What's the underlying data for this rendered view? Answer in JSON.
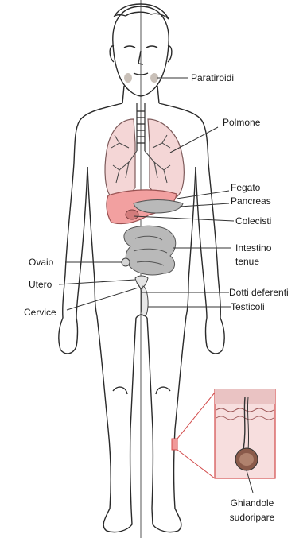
{
  "diagram": {
    "labels": {
      "paratiroidi": "Paratiroidi",
      "polmone": "Polmone",
      "fegato": "Fegato",
      "pancreas": "Pancreas",
      "colecisti": "Colecisti",
      "intestino_line1": "Intestino",
      "intestino_line2": "tenue",
      "ovaio": "Ovaio",
      "utero": "Utero",
      "cervice": "Cervice",
      "dotti_deferenti": "Dotti deferenti",
      "testicoli": "Testicoli",
      "ghiandole_line1": "Ghiandole",
      "ghiandole_line2": "sudoripare"
    },
    "colors": {
      "outline": "#2a2a2a",
      "lung_fill": "#f4d6d6",
      "liver_fill": "#f2a0a0",
      "organ_gray": "#b9b9b9",
      "skin_inset_fill": "#f7dede",
      "inset_border": "#d24a4a",
      "leader_line": "#333333"
    }
  }
}
